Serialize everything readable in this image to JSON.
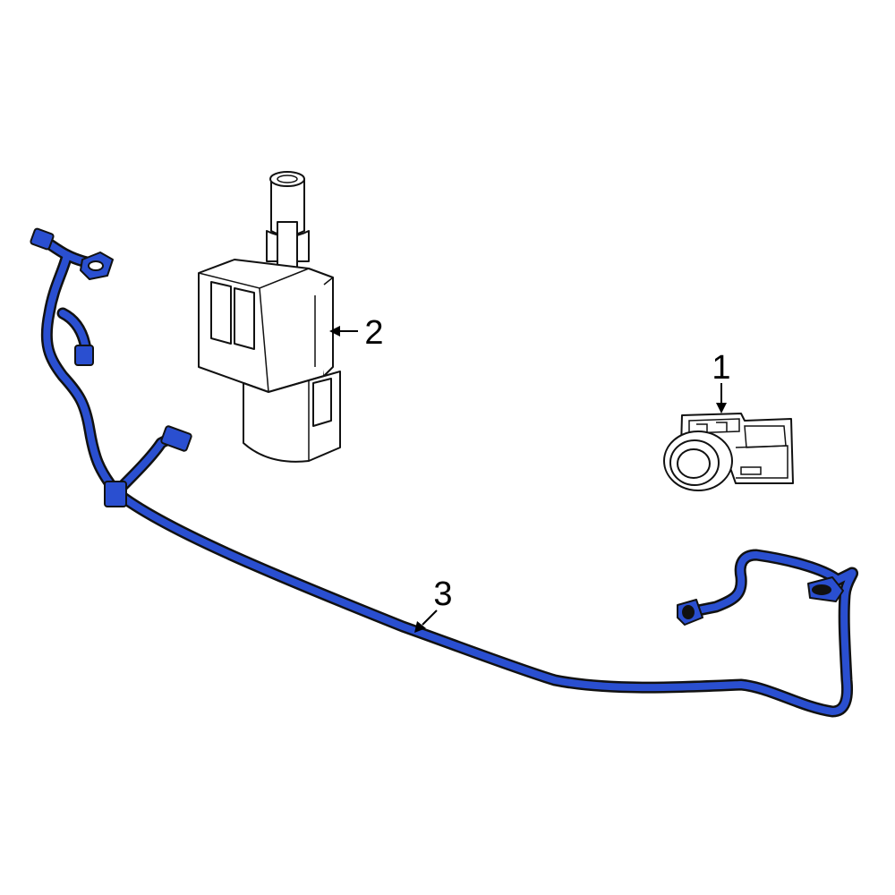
{
  "callouts": {
    "c1": "1",
    "c2": "2",
    "c3": "3"
  },
  "colors": {
    "harness": "#2a4fd0",
    "outline": "#111111"
  },
  "parts": [
    {
      "callout": "1",
      "icon": "parking-sensor-icon"
    },
    {
      "callout": "2",
      "icon": "brake-light-switch-icon"
    },
    {
      "callout": "3",
      "icon": "wiring-harness-icon"
    }
  ]
}
